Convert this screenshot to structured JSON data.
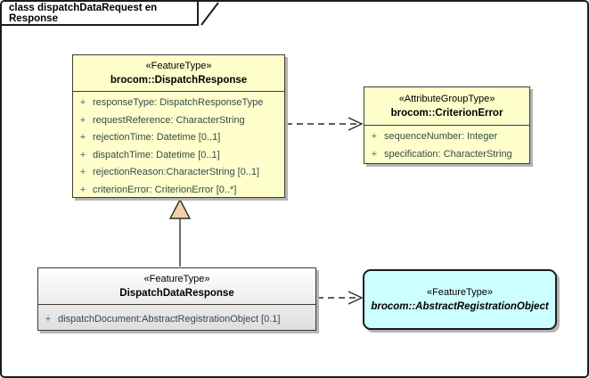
{
  "frame": {
    "title": "class dispatchDataRequest en Response"
  },
  "classes": {
    "dispatchResponse": {
      "stereotype": "«FeatureType»",
      "name": "brocom::DispatchResponse",
      "attributes": [
        {
          "vis": "+",
          "text": "responseType: DispatchResponseType"
        },
        {
          "vis": "+",
          "text": "requestReference: CharacterString"
        },
        {
          "vis": "+",
          "text": "rejectionTime: Datetime [0..1]"
        },
        {
          "vis": "+",
          "text": "dispatchTime: Datetime [0..1]"
        },
        {
          "vis": "+",
          "text": "rejectionReason:CharacterString [0..1]"
        },
        {
          "vis": "+",
          "text": "criterionError: CriterionError [0..*]"
        }
      ]
    },
    "criterionError": {
      "stereotype": "«AttributeGroupType»",
      "name": "brocom::CriterionError",
      "attributes": [
        {
          "vis": "+",
          "text": "sequenceNumber: Integer"
        },
        {
          "vis": "+",
          "text": "specification: CharacterString"
        }
      ]
    },
    "dispatchDataResponse": {
      "stereotype": "«FeatureType»",
      "name": "DispatchDataResponse",
      "attributes": [
        {
          "vis": "+",
          "text": "dispatchDocument:AbstractRegistrationObject [0.1]"
        }
      ]
    },
    "abstractRegistrationObject": {
      "stereotype": "«FeatureType»",
      "name": "brocom::AbstractRegistrationObject"
    }
  },
  "connectors": {
    "generalization": {
      "type": "generalization",
      "from": "DispatchDataResponse",
      "to": "brocom::DispatchResponse"
    },
    "dependency_criterion": {
      "type": "dependency",
      "from": "brocom::DispatchResponse",
      "to": "brocom::CriterionError"
    },
    "dependency_abstract": {
      "type": "dependency",
      "from": "DispatchDataResponse",
      "to": "brocom::AbstractRegistrationObject"
    }
  },
  "colors": {
    "feature_fill": "#ffffcc",
    "referenced_fill": "#ccffff",
    "plain_fill_top": "#ffffff",
    "plain_fill_bottom": "#dedede",
    "border": "#3c3c2c",
    "shadow": "#b4b4b4",
    "attribute_text": "#334a4a",
    "visibility_marker": "#2f6f6f",
    "generalization_head_fill": "#f0d2a6"
  }
}
